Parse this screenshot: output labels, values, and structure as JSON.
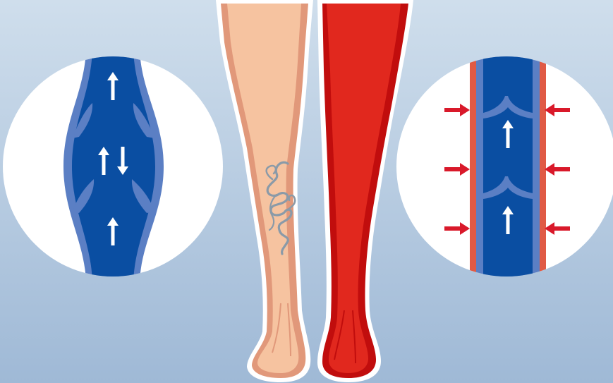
{
  "colors": {
    "background_top": "#cfdeec",
    "background_bottom": "#9fb9d6",
    "vein_blue": "#0a4ea2",
    "vein_wall": "#5b7fc4",
    "skin": "#f6c3a0",
    "skin_outline": "#e1987a",
    "stocking_red": "#e1281e",
    "stocking_dark": "#c10d0d",
    "arrow_white": "#ffffff",
    "pressure_arrow_red": "#d9192a",
    "stocking_wall": "#e05a45",
    "varicose_vein": "#8a9aa8"
  },
  "left_inset": {
    "description_icon": "dilated-vein-icon",
    "flow_arrows": [
      "up",
      "up-down",
      "up"
    ]
  },
  "right_inset": {
    "description_icon": "compressed-vein-icon",
    "flow_arrows": [
      "up",
      "up"
    ],
    "pressure_arrows_per_side": 3
  },
  "legs": {
    "left_leg": "bare-leg-with-varicose-veins",
    "right_leg": "leg-with-compression-stocking"
  }
}
